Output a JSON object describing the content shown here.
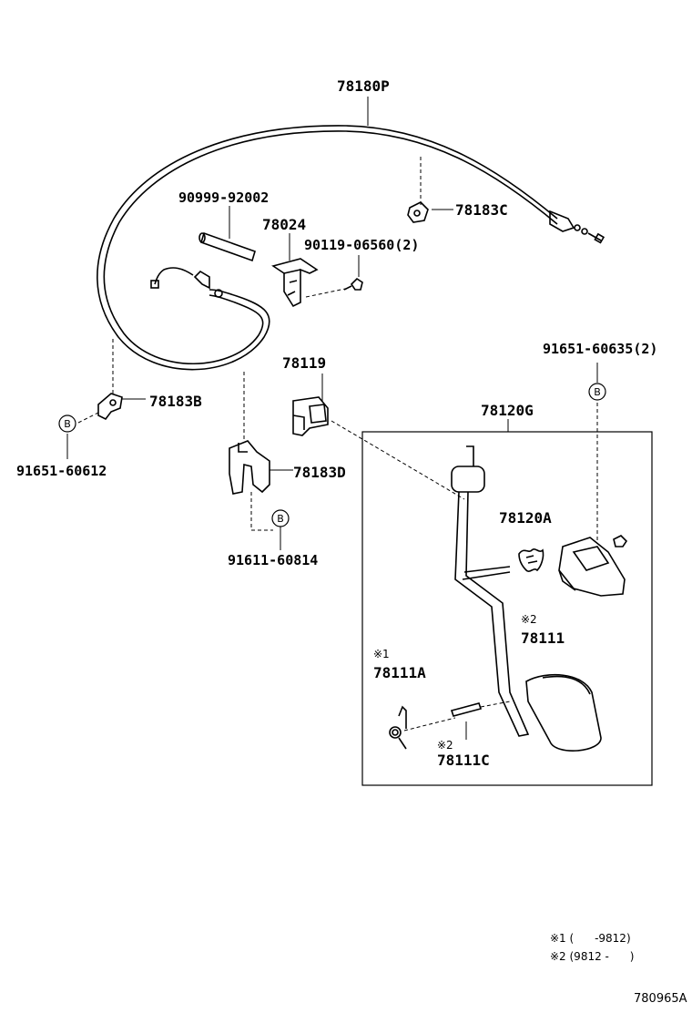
{
  "parts": {
    "cable_assy": "78180P",
    "hose": "90999-92002",
    "bracket": "78024",
    "bolt": "90119-06560(2)",
    "clamp_c": "78183C",
    "clamp_b": "78183B",
    "clip_b_left": "91651-60612",
    "cushion": "78119",
    "clamp_d": "78183D",
    "clip_b_mid": "91611-60814",
    "bolt_right": "91651-60635(2)",
    "pedal_assy": "78120G",
    "spring": "78120A",
    "pedal_pad": "78111",
    "pad_spring": "78111A",
    "pin": "78111C"
  },
  "marks": {
    "note1": "※1",
    "note2": "※2",
    "circle_b": "B"
  },
  "legend": {
    "line1": "※1 (      -9812)",
    "line2": "※2 (9812 -      )"
  },
  "reference": "780965A"
}
